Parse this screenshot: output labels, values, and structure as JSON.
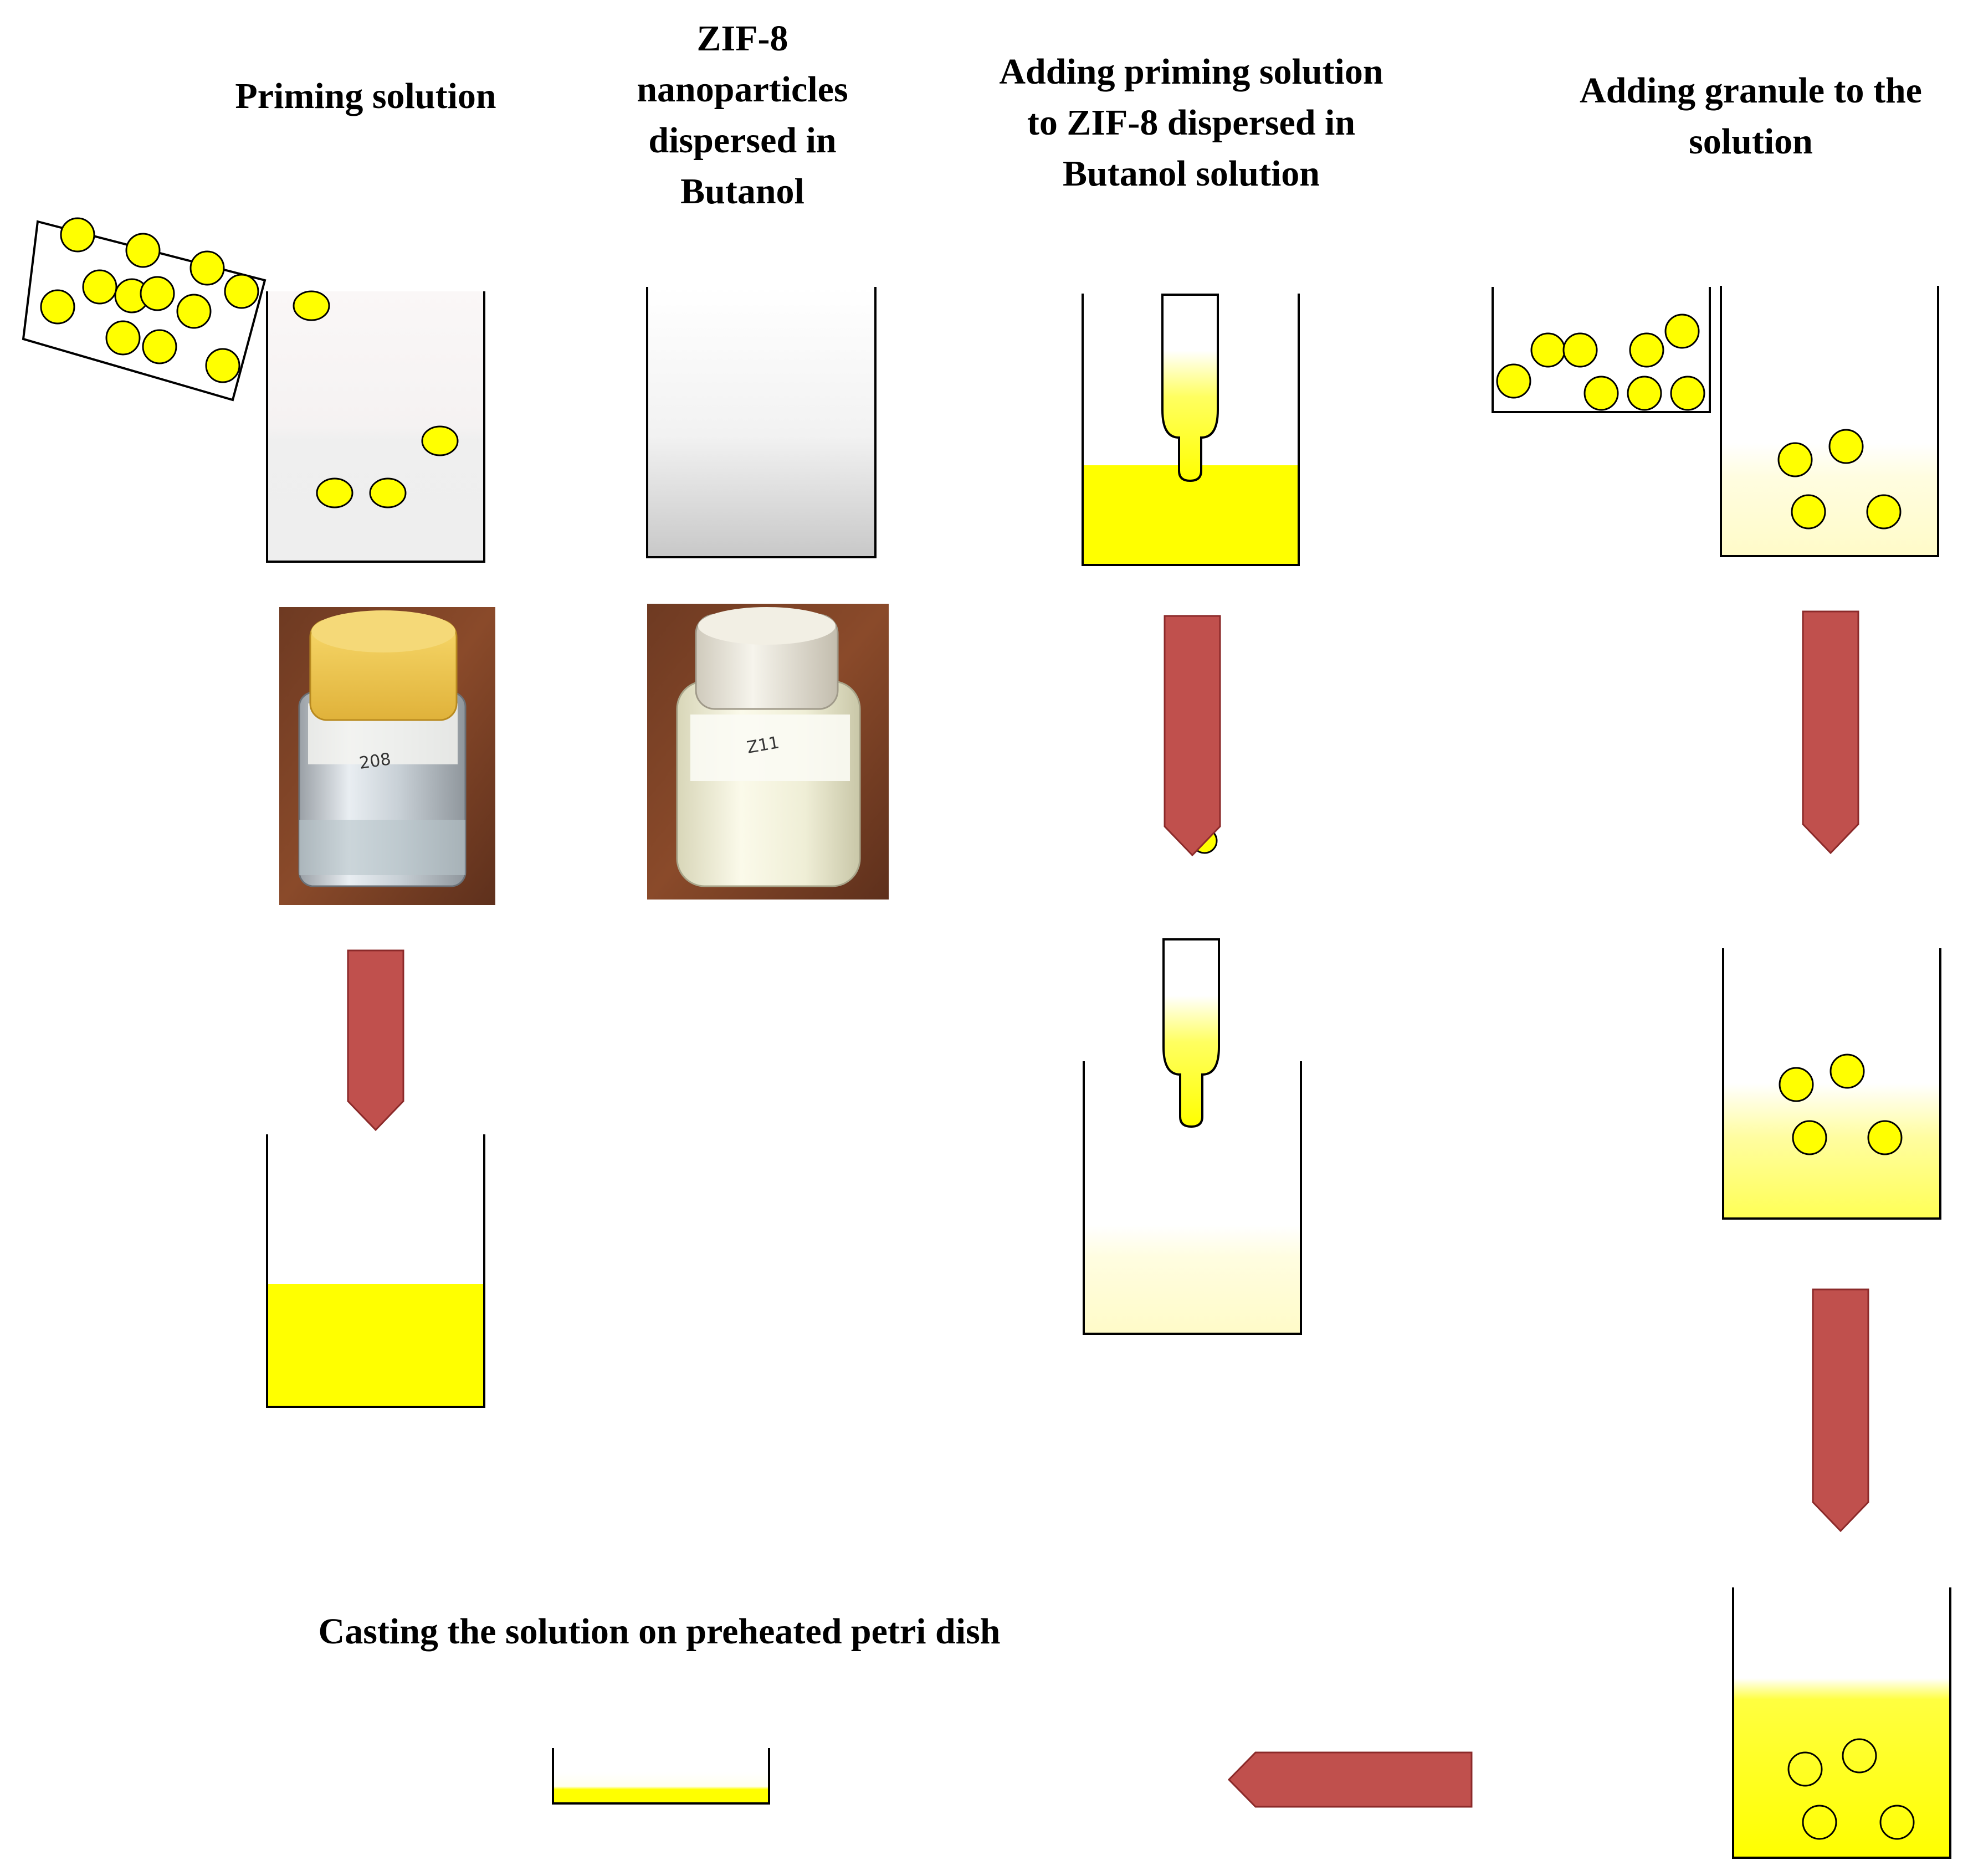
{
  "labels": {
    "priming_solution": "Priming solution",
    "zif8": [
      "ZIF-8",
      "nanoparticles",
      "dispersed in",
      "Butanol"
    ],
    "adding_priming": [
      "Adding priming solution",
      "to ZIF-8 dispersed in",
      "Butanol solution"
    ],
    "adding_granule": [
      "Adding granule  to the",
      "solution"
    ],
    "casting": "Casting the solution on preheated petri dish"
  },
  "photos": {
    "priming_vial_label": "208",
    "zif8_vial_label": "Z11"
  },
  "colors": {
    "yellow": "#ffff00",
    "arrow_red": "#c0504d",
    "arrow_outline": "#8b2a2a",
    "outline": "#000000"
  }
}
